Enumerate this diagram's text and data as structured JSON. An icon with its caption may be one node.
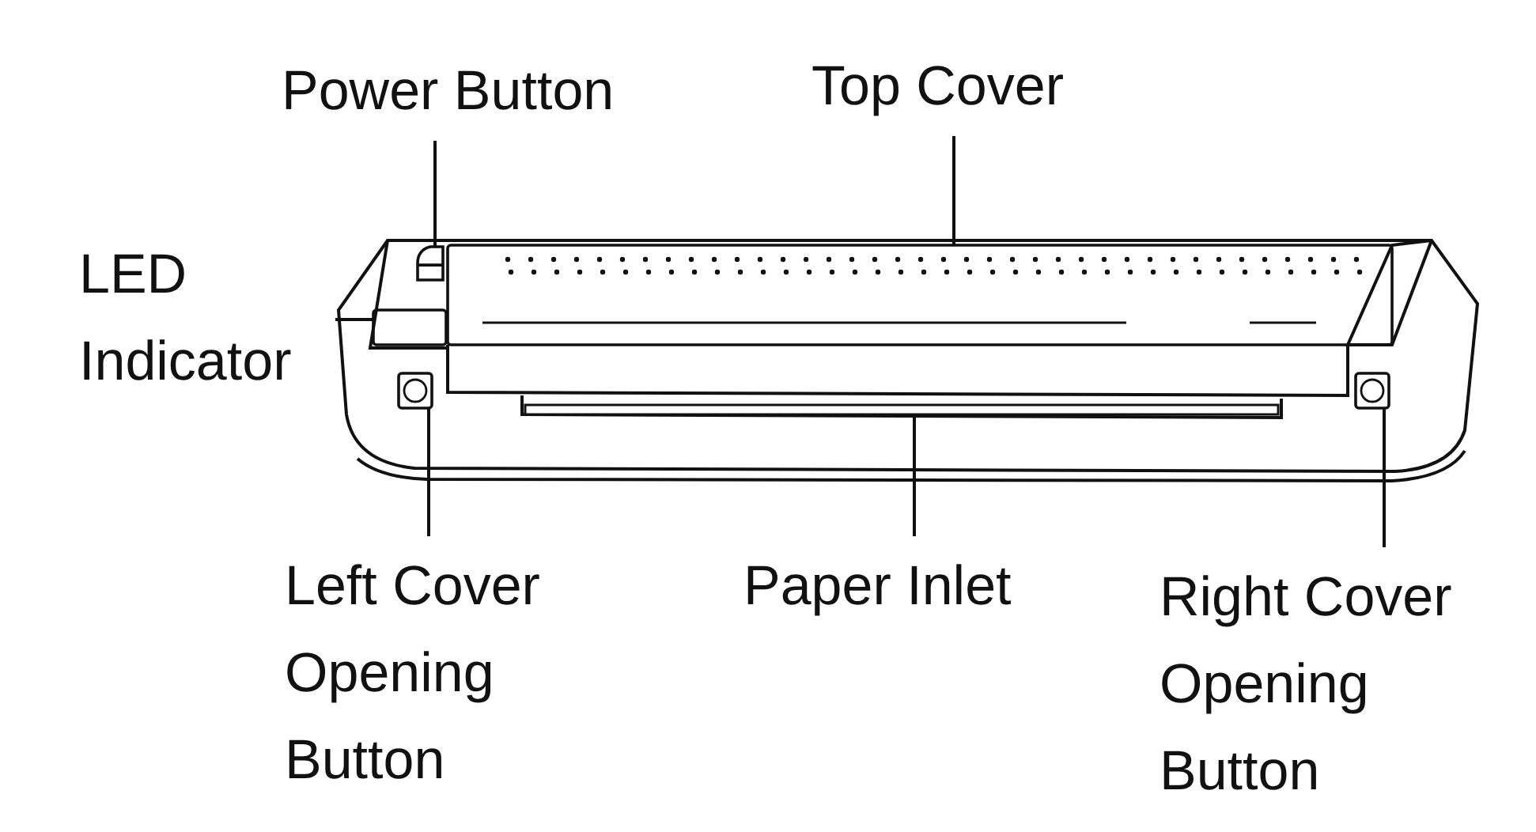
{
  "diagram": {
    "nodes": [
      {
        "text": [
          "Power Button"
        ]
      },
      {
        "text": [],
        "shape": "icon"
      },
      {
        "text": [
          "Top Cover"
        ]
      },
      {
        "text": [],
        "shape": "box"
      },
      {
        "text": [
          "LED Indicator"
        ]
      },
      {
        "text": [],
        "shape": "box"
      },
      {
        "text": [
          "Left Cover Opening Button"
        ]
      },
      {
        "text": [],
        "shape": "box"
      },
      {
        "text": [
          "Paper Inlet"
        ]
      },
      {
        "text": [],
        "shape": "bar"
      },
      {
        "text": [
          "Right Cover Opening Button"
        ]
      },
      {
        "text": [],
        "shape": "box"
      }
    ],
    "edges": [
      {
        "from": 0,
        "to": 1,
        "arrow": "none"
      },
      {
        "from": 2,
        "to": 3,
        "arrow": "none"
      },
      {
        "from": 4,
        "to": 5,
        "arrow": "none"
      },
      {
        "from": 6,
        "to": 7,
        "arrow": "none"
      },
      {
        "from": 8,
        "to": 9,
        "arrow": "none"
      },
      {
        "from": 10,
        "to": 11,
        "arrow": "none"
      }
    ]
  }
}
